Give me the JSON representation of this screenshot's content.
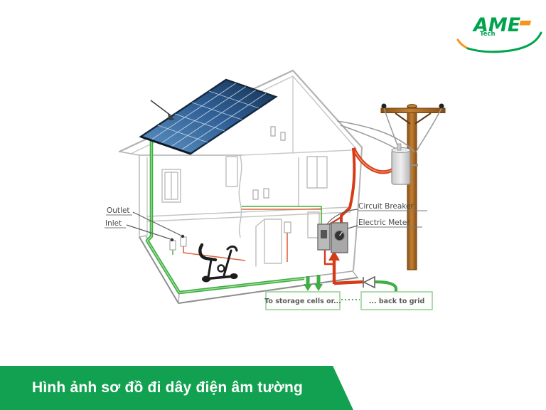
{
  "logo": {
    "brand": "AME",
    "tagline": "Tech"
  },
  "banner": {
    "caption": "Hình ảnh sơ đồ đi dây điện âm tường"
  },
  "diagram": {
    "labels": {
      "outlet": "Outlet",
      "inlet": "Inlet",
      "circuit_breaker": "Circuit Breaker",
      "electric_meter": "Electric Meter",
      "to_storage": "To storage cells or...",
      "back_to_grid": "... back to grid"
    },
    "colors": {
      "solar_wire_green": "#3FAF45",
      "grid_wire_red": "#D63B17",
      "house_outline_gray": "#B0B0B0",
      "pole_brown": "#A9641C",
      "solar_panel_blue": "#1B3A66",
      "banner_green": "#12A150",
      "logo_green": "#00A44F",
      "logo_orange": "#F7941D"
    }
  }
}
